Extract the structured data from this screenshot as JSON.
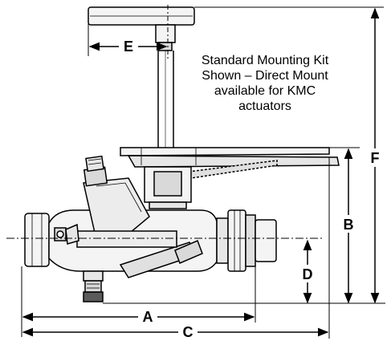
{
  "note": {
    "lines": [
      "Standard Mounting Kit",
      "Shown – Direct Mount",
      "available for KMC",
      "actuators"
    ]
  },
  "dimensions": {
    "a": "A",
    "b": "B",
    "c": "C",
    "d": "D",
    "e": "E",
    "f": "F"
  },
  "colors": {
    "line": "#000000",
    "body_fill": "#f4f4f4",
    "shade": "#d9d9d9",
    "dark": "#5a5a5a"
  }
}
